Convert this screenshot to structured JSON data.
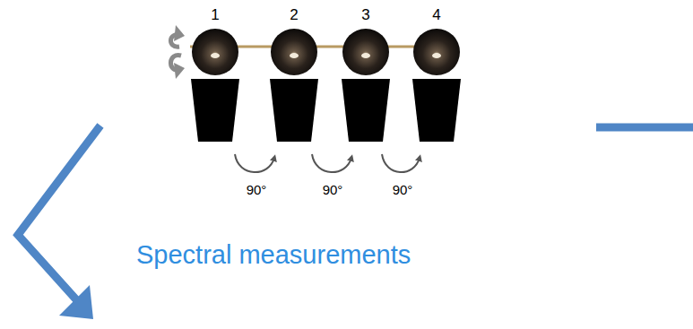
{
  "diagram": {
    "labels": [
      "1",
      "2",
      "3",
      "4",
      "90°",
      "90°",
      "90°",
      "Spectral measurements"
    ]
  }
}
